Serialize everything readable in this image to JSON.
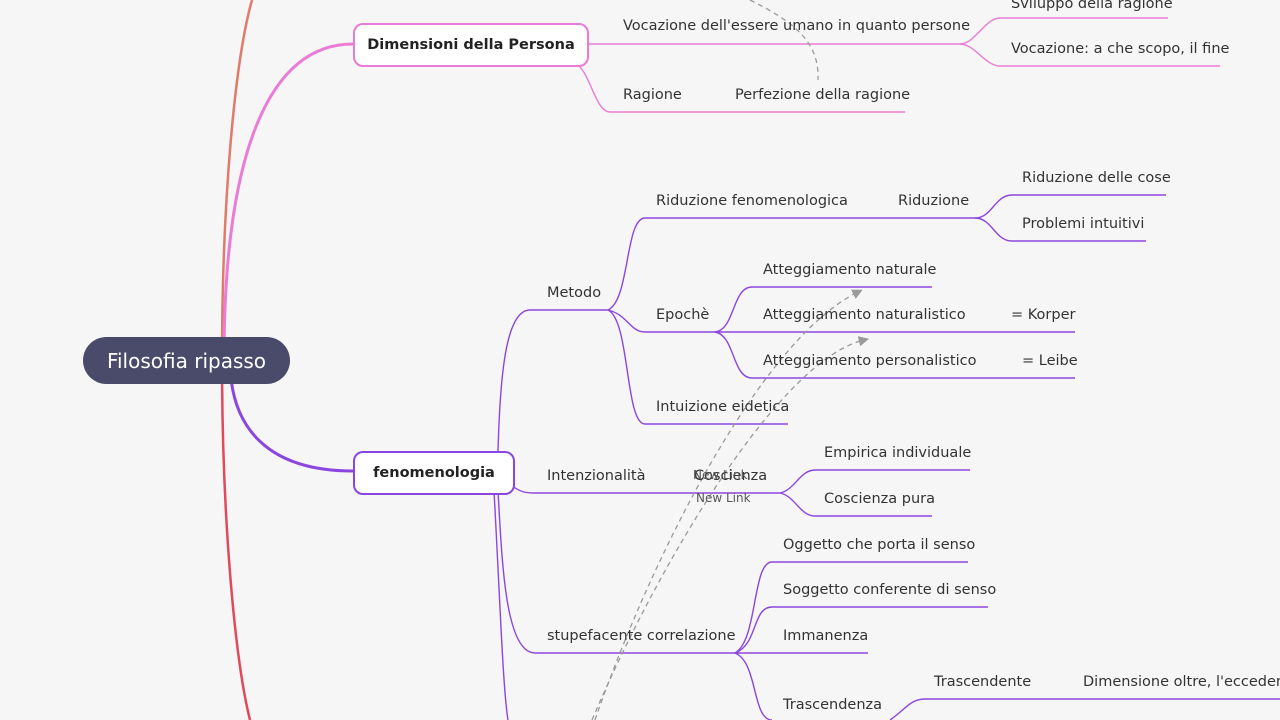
{
  "root": {
    "label": "Filosofia ripasso"
  },
  "colors": {
    "pink": "#ea7bd6",
    "purple": "#8b46e0",
    "red": "#e04a5a",
    "link": "#9a9a9a",
    "root_bg": "#4a4a6a"
  },
  "dimensioni": {
    "label": "Dimensioni della Persona",
    "vocazione_umano": "Vocazione dell'essere umano in quanto persone",
    "sviluppo": "Sviluppo della ragione",
    "vocazione_fine": "Vocazione: a che scopo, il fine",
    "ragione": "Ragione",
    "perfezione": "Perfezione della ragione"
  },
  "fenomenologia": {
    "label": "fenomenologia",
    "metodo": "Metodo",
    "riduzione_fenomenologica": "Riduzione fenomenologica",
    "riduzione": "Riduzione",
    "riduzione_cose": "Riduzione delle cose",
    "problemi_intuitivi": "Problemi intuitivi",
    "epoche": "Epochè",
    "att_naturale": "Atteggiamento naturale",
    "att_naturalistico": "Atteggiamento naturalistico",
    "korper": "= Korper",
    "att_personalistico": "Atteggiamento personalistico",
    "leibe": "= Leibe",
    "intuizione": "Intuizione eidetica",
    "intenzionalita": "Intenzionalità",
    "coscienza_partial": "Coscienza",
    "empirica": "Empirica individuale",
    "coscienza_pura": "Coscienza pura",
    "correlazione": "stupefacente correlazione",
    "oggetto": "Oggetto che porta il senso",
    "soggetto": "Soggetto conferente di senso",
    "immanenza": "Immanenza",
    "trascendenza": "Trascendenza",
    "trascendente": "Trascendente",
    "dimensione_oltre": "Dimensione oltre, l'eccedenza"
  },
  "links": {
    "label1": "New Link",
    "label2": "New Link"
  }
}
